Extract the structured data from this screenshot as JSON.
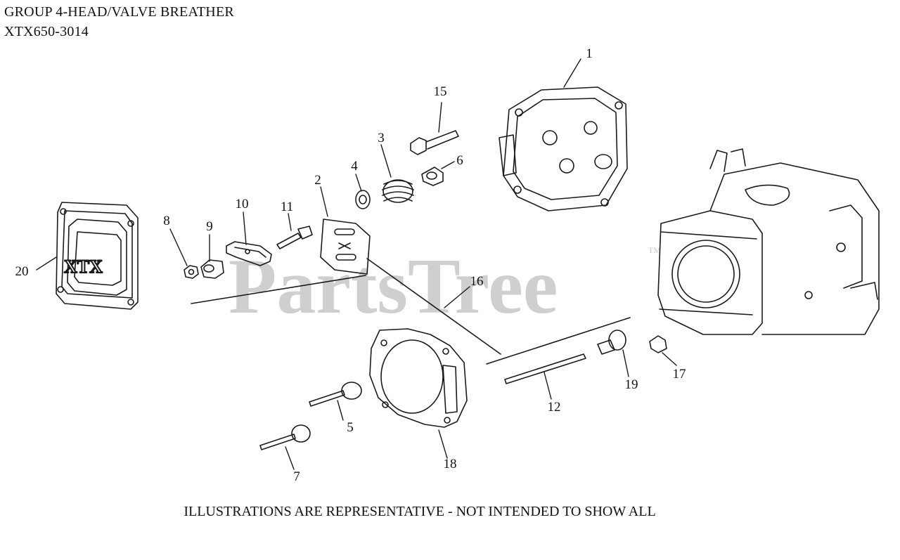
{
  "header": {
    "group_title": "GROUP 4-HEAD/VALVE BREATHER",
    "model": "XTX650-3014"
  },
  "watermark": {
    "text": "PartsTree",
    "tm": "TM"
  },
  "cover_logo": "XTX",
  "part_labels": [
    "1",
    "2",
    "3",
    "4",
    "5",
    "6",
    "7",
    "8",
    "9",
    "10",
    "11",
    "12",
    "15",
    "16",
    "17",
    "18",
    "19",
    "20"
  ],
  "footer": {
    "note": "ILLUSTRATIONS ARE REPRESENTATIVE - NOT INTENDED TO SHOW ALL"
  },
  "colors": {
    "line": "#1a1a1a",
    "watermark": "#c8c8c8",
    "background": "#ffffff"
  }
}
